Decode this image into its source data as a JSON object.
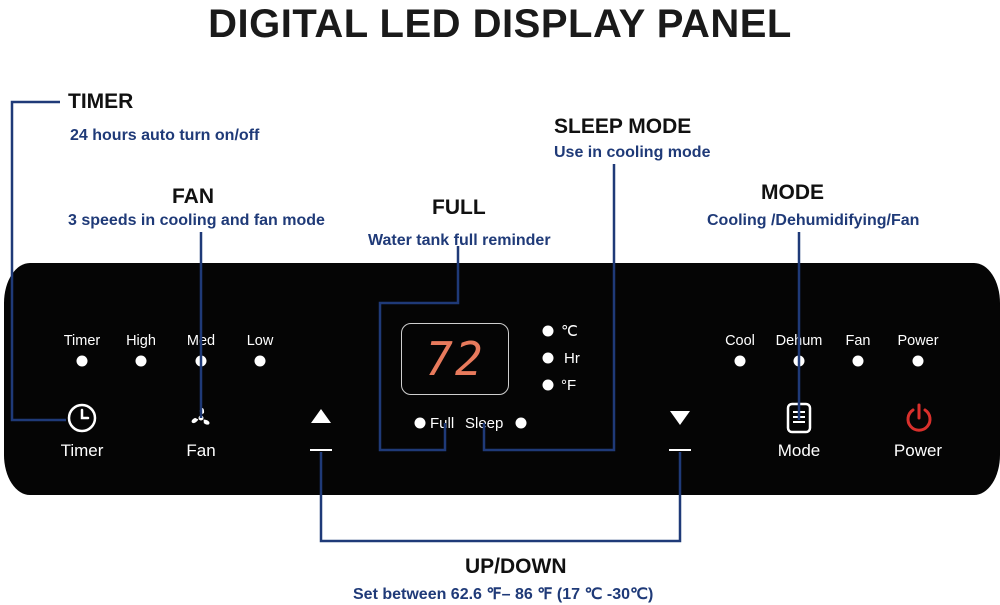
{
  "title": "DIGITAL LED DISPLAY PANEL",
  "annotations": {
    "timer": {
      "heading": "TIMER",
      "sub": "24 hours auto turn on/off"
    },
    "fan": {
      "heading": "FAN",
      "sub": "3 speeds in cooling and fan mode"
    },
    "full": {
      "heading": "FULL",
      "sub": "Water tank full reminder"
    },
    "sleep": {
      "heading": "SLEEP MODE",
      "sub": "Use in cooling mode"
    },
    "mode": {
      "heading": "MODE",
      "sub": "Cooling /Dehumidifying/Fan"
    },
    "updown": {
      "heading": "UP/DOWN",
      "sub": "Set between 62.6 ℉– 86 ℉ (17 ℃ -30℃)"
    }
  },
  "panel": {
    "indicators_left": [
      "Timer",
      "High",
      "Med",
      "Low"
    ],
    "indicators_right": [
      "Cool",
      "Dehum",
      "Fan",
      "Power"
    ],
    "display_value": "72",
    "units": [
      "℃",
      "Hr",
      "°F"
    ],
    "full_label": "Full",
    "sleep_label": "Sleep",
    "buttons": {
      "timer": "Timer",
      "fan": "Fan",
      "mode": "Mode",
      "power": "Power"
    }
  },
  "colors": {
    "panel_bg": "#050505",
    "annotation_text": "#1f3a78",
    "leader_lines": "#1f3a78",
    "display_digits": "#e87a5c",
    "power_icon": "#d9302c"
  },
  "icons": [
    "clock-icon",
    "fan-icon",
    "up-arrow-icon",
    "down-arrow-icon",
    "mode-icon",
    "power-icon"
  ]
}
